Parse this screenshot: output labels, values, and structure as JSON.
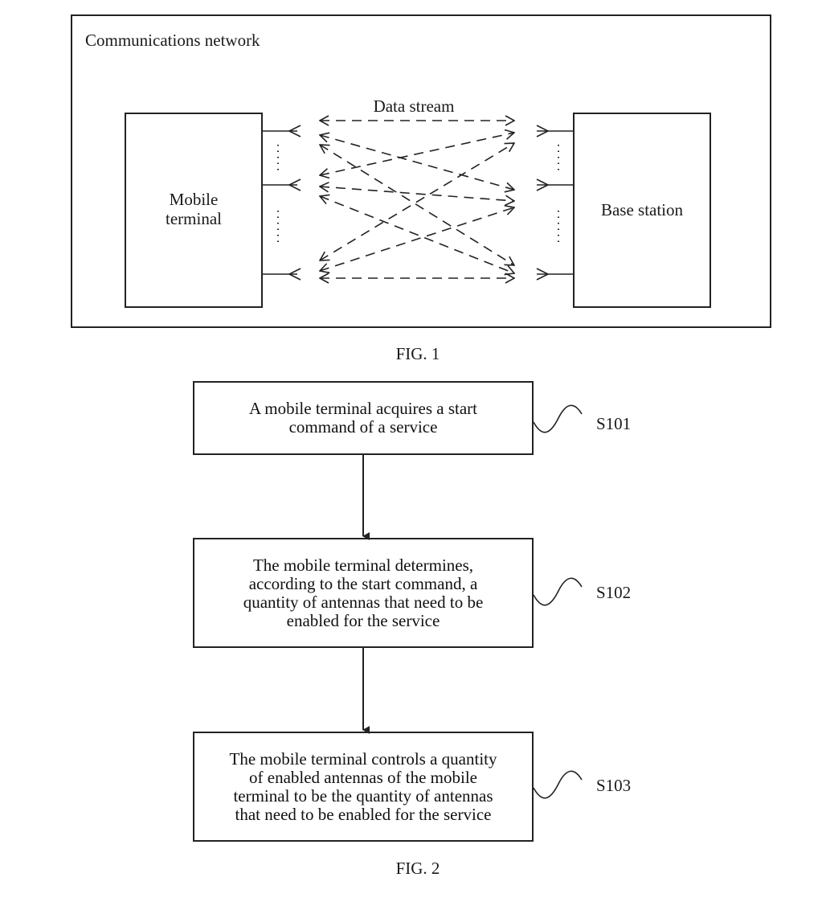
{
  "fig1": {
    "container_label": "Communications network",
    "data_stream_label": "Data stream",
    "mobile_terminal_label": "Mobile\nterminal",
    "base_station_label": "Base station",
    "caption": "FIG. 1",
    "antennas_per_side": 3,
    "streams": [
      {
        "from": "terminal-1",
        "to": "station-1"
      },
      {
        "from": "terminal-1",
        "to": "station-2"
      },
      {
        "from": "terminal-1",
        "to": "station-3"
      },
      {
        "from": "terminal-2",
        "to": "station-1"
      },
      {
        "from": "terminal-2",
        "to": "station-2"
      },
      {
        "from": "terminal-2",
        "to": "station-3"
      },
      {
        "from": "terminal-3",
        "to": "station-1"
      },
      {
        "from": "terminal-3",
        "to": "station-2"
      },
      {
        "from": "terminal-3",
        "to": "station-3"
      }
    ]
  },
  "fig2": {
    "caption": "FIG. 2",
    "steps": [
      {
        "id": "S101",
        "text": "A mobile terminal acquires a start\ncommand of a service"
      },
      {
        "id": "S102",
        "text": "The mobile terminal determines,\naccording to the start command, a\nquantity of antennas that need to be\nenabled for the service"
      },
      {
        "id": "S103",
        "text": "The mobile terminal controls a quantity\nof enabled antennas of the mobile\nterminal to be the quantity of antennas\nthat need to be enabled for the service"
      }
    ]
  }
}
